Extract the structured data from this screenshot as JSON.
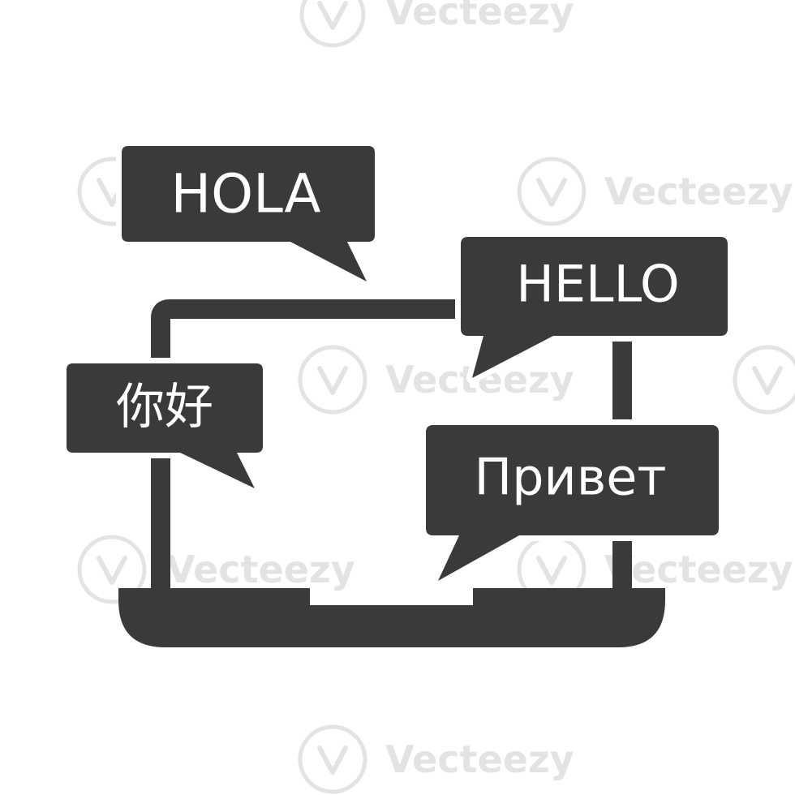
{
  "illustration": {
    "subject": "laptop-with-multilingual-speech-bubbles",
    "icon_color": "#3a3a3a",
    "text_color": "#ffffff",
    "background": "#ffffff"
  },
  "bubbles": {
    "hola": "HOLA",
    "hello": "HELLO",
    "nihao": "你好",
    "privet": "Привет"
  },
  "watermark": {
    "brand": "Vecteezy",
    "color": "#e3e3e3"
  }
}
